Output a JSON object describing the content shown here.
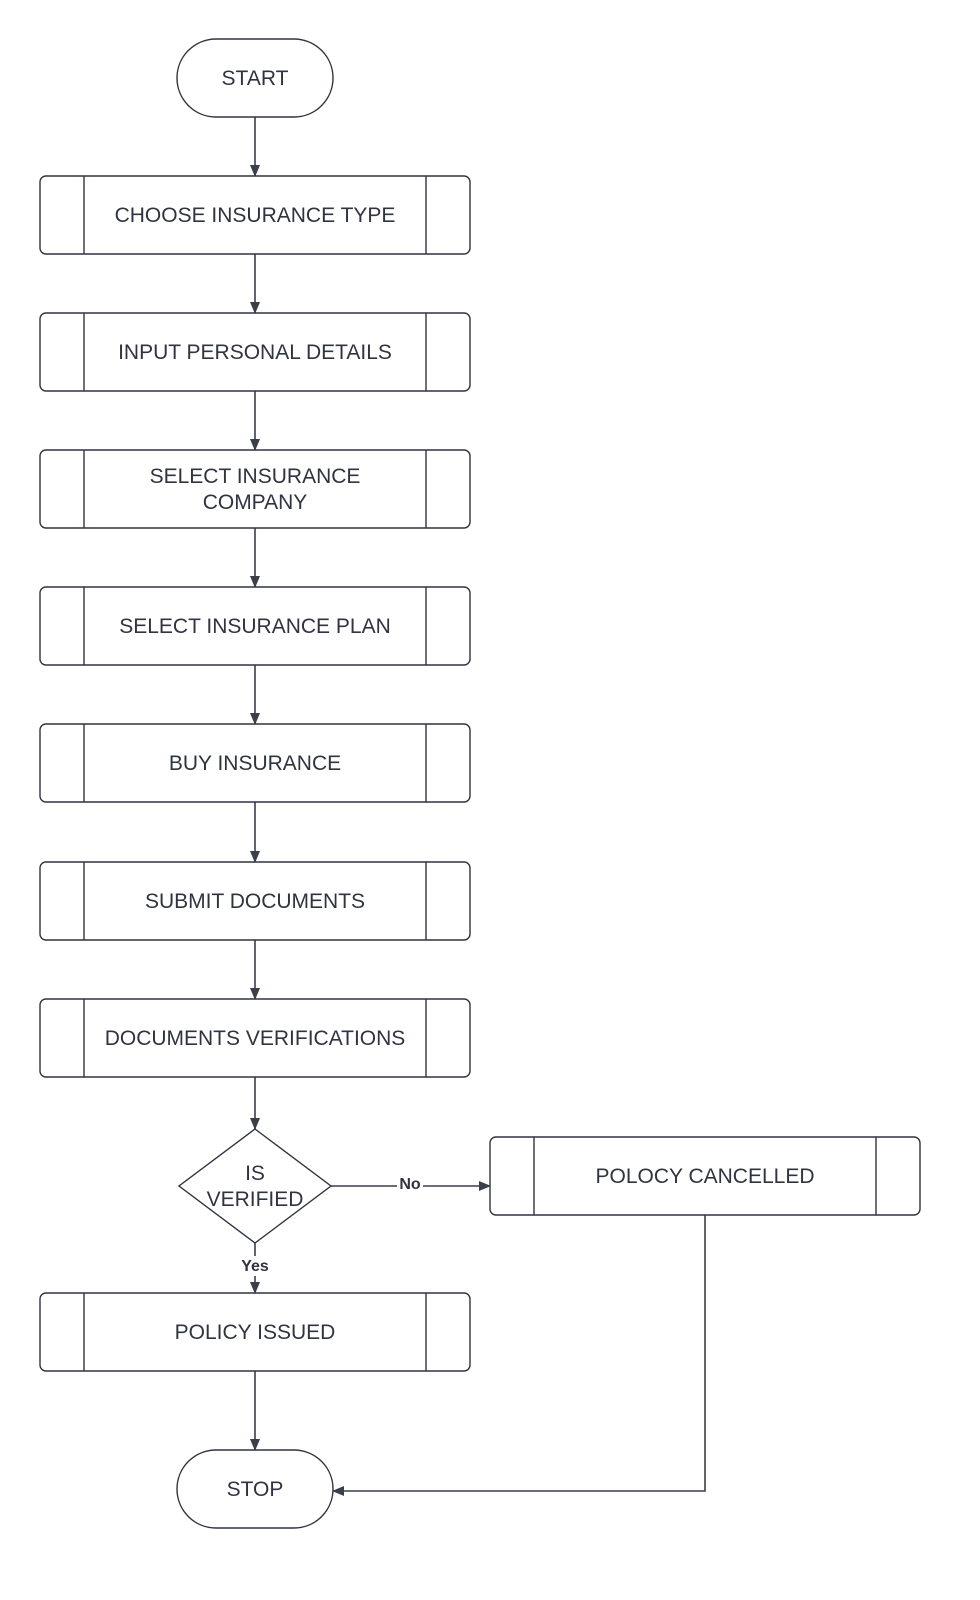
{
  "diagram": {
    "nodes": [
      {
        "id": "start",
        "shape": "terminal",
        "lines": [
          "START"
        ]
      },
      {
        "id": "choose-type",
        "shape": "process",
        "lines": [
          "CHOOSE INSURANCE TYPE"
        ]
      },
      {
        "id": "personal-details",
        "shape": "process",
        "lines": [
          "INPUT PERSONAL DETAILS"
        ]
      },
      {
        "id": "select-company",
        "shape": "process",
        "lines": [
          "SELECT INSURANCE",
          "COMPANY"
        ]
      },
      {
        "id": "select-plan",
        "shape": "process",
        "lines": [
          "SELECT INSURANCE PLAN"
        ]
      },
      {
        "id": "buy",
        "shape": "process",
        "lines": [
          "BUY INSURANCE"
        ]
      },
      {
        "id": "submit-docs",
        "shape": "process",
        "lines": [
          "SUBMIT DOCUMENTS"
        ]
      },
      {
        "id": "verify-docs",
        "shape": "process",
        "lines": [
          "DOCUMENTS VERIFICATIONS"
        ]
      },
      {
        "id": "is-verified",
        "shape": "decision",
        "lines": [
          "IS",
          "VERIFIED"
        ]
      },
      {
        "id": "cancelled",
        "shape": "process",
        "lines": [
          "POLOCY CANCELLED"
        ]
      },
      {
        "id": "issued",
        "shape": "process",
        "lines": [
          "POLICY ISSUED"
        ]
      },
      {
        "id": "stop",
        "shape": "terminal",
        "lines": [
          "STOP"
        ]
      }
    ],
    "edges": [
      {
        "from": "start",
        "to": "choose-type",
        "label": ""
      },
      {
        "from": "choose-type",
        "to": "personal-details",
        "label": ""
      },
      {
        "from": "personal-details",
        "to": "select-company",
        "label": ""
      },
      {
        "from": "select-company",
        "to": "select-plan",
        "label": ""
      },
      {
        "from": "select-plan",
        "to": "buy",
        "label": ""
      },
      {
        "from": "buy",
        "to": "submit-docs",
        "label": ""
      },
      {
        "from": "submit-docs",
        "to": "verify-docs",
        "label": ""
      },
      {
        "from": "verify-docs",
        "to": "is-verified",
        "label": ""
      },
      {
        "from": "is-verified",
        "to": "cancelled",
        "label": "No"
      },
      {
        "from": "is-verified",
        "to": "issued",
        "label": "Yes"
      },
      {
        "from": "issued",
        "to": "stop",
        "label": ""
      },
      {
        "from": "cancelled",
        "to": "stop",
        "label": ""
      }
    ]
  }
}
